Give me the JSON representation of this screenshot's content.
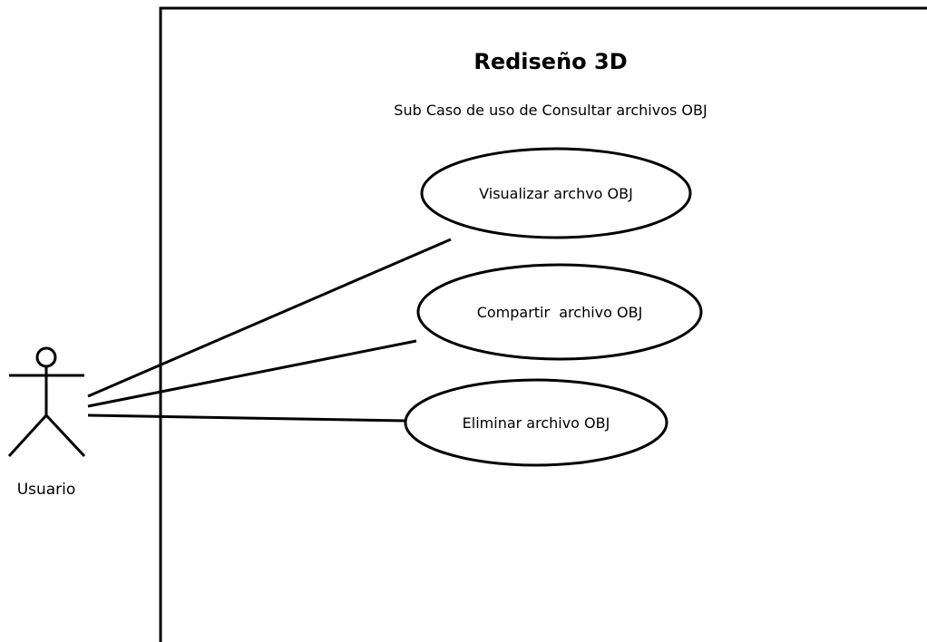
{
  "system": {
    "title": "Rediseño 3D",
    "subtitle": "Sub Caso de uso de Consultar archivos OBJ"
  },
  "actor": {
    "label": "Usuario"
  },
  "use_cases": [
    {
      "label": "Visualizar archvo OBJ"
    },
    {
      "label": "Compartir  archivo OBJ"
    },
    {
      "label": "Eliminar archivo OBJ"
    }
  ],
  "colors": {
    "stroke": "#000000",
    "background": "#ffffff"
  }
}
